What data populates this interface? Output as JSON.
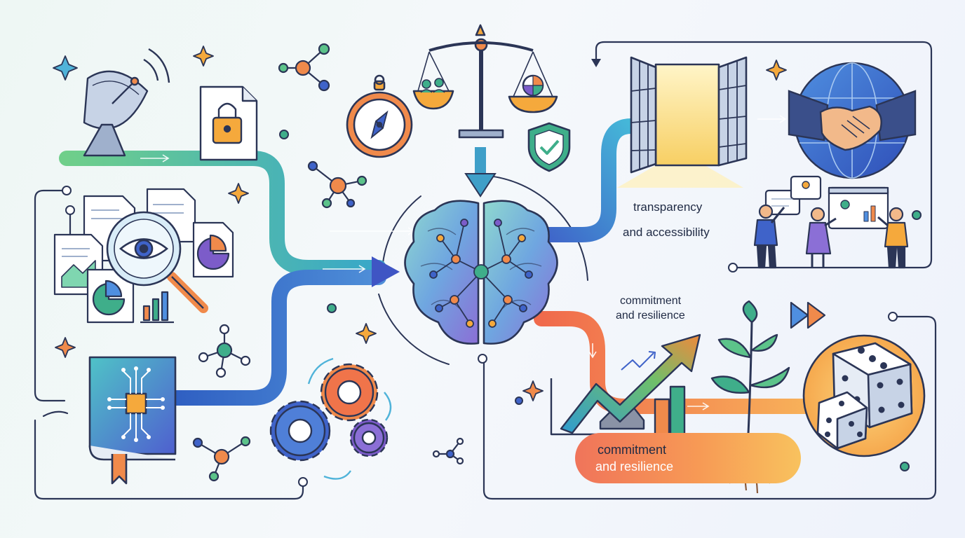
{
  "labels": {
    "transparency_line1": "transparency",
    "transparency_line2": "and accessibility",
    "commitment_line1": "commitment",
    "commitment_line2": "and resilience",
    "banner_line1": "commitment",
    "banner_line2": "and resilience"
  },
  "icons": [
    "satellite-dish-icon",
    "locked-document-icon",
    "magnifier-eye-icon",
    "documents-icon",
    "chip-book-icon",
    "gears-icon",
    "compass-icon",
    "balance-scale-icon",
    "shield-check-icon",
    "brain-network-icon",
    "open-window-icon",
    "globe-handshake-icon",
    "team-presentation-icon",
    "growth-chart-icon",
    "sprout-icon",
    "dice-icon",
    "fast-forward-icon"
  ],
  "colors": {
    "green": "#5cc38a",
    "teal": "#38a7c9",
    "blue": "#3f63c9",
    "purple": "#7c5cc9",
    "orange": "#f08a4b",
    "outline": "#2b3556"
  }
}
